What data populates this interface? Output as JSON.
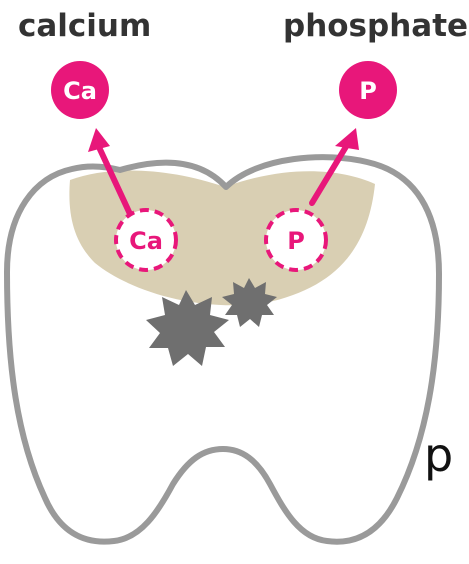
{
  "labels": {
    "calcium_caption": "calcium",
    "phosphate_caption": "phosphate",
    "calcium_symbol": "Ca",
    "phosphate_symbol": "P",
    "cut_off_text": "p"
  },
  "colors": {
    "tooth_outline": "#9a9a9a",
    "enamel_zone": "#d9cfb3",
    "mineral_pink": "#e8177a",
    "damage_star": "#6f6f6f",
    "caption_text": "#333333"
  },
  "icons": {
    "tooth": "tooth-outline-icon",
    "enamel": "enamel-zone-icon",
    "arrow": "arrow-up-icon",
    "damage": "damage-star-icon"
  }
}
